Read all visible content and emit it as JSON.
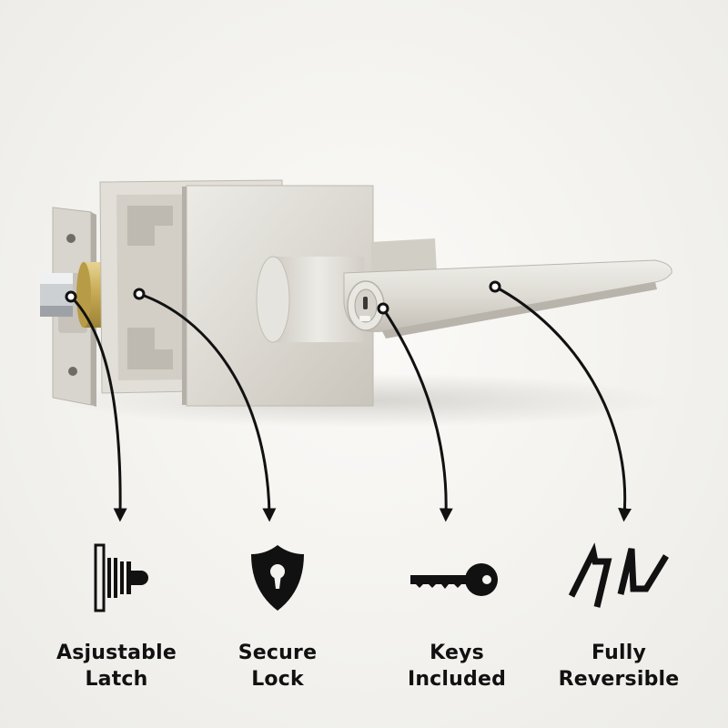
{
  "features": [
    {
      "line1": "Asjustable",
      "line2": "Latch",
      "icon": "adjustable-latch-icon"
    },
    {
      "line1": "Secure",
      "line2": "Lock",
      "icon": "shield-keyhole-icon"
    },
    {
      "line1": "Keys",
      "line2": "Included",
      "icon": "key-icon"
    },
    {
      "line1": "Fully",
      "line2": "Reversible",
      "icon": "reversible-handle-icon"
    }
  ],
  "colors": {
    "background": "#f4f3f0",
    "satin_nickel": "#d9d6cf",
    "brass": "#c9ad5a",
    "callout": "#111111"
  }
}
